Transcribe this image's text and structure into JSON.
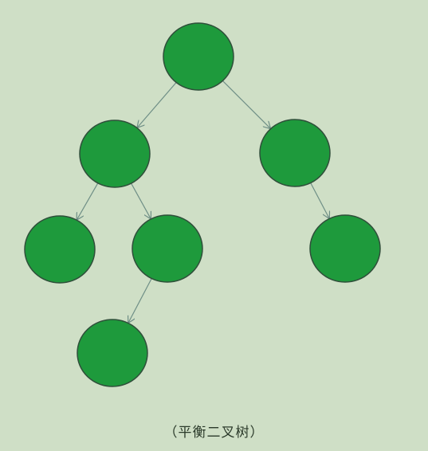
{
  "diagram": {
    "caption": "（平衡二叉树）",
    "colors": {
      "background": "#cfdfc6",
      "node_fill": "#1e9a3c",
      "node_stroke": "#2f4f3a",
      "edge": "#6f8f86"
    },
    "nodes": [
      {
        "id": "n1"
      },
      {
        "id": "n2"
      },
      {
        "id": "n3"
      },
      {
        "id": "n4"
      },
      {
        "id": "n5"
      },
      {
        "id": "n6"
      },
      {
        "id": "n7"
      }
    ],
    "edges": [
      {
        "from": "n1",
        "to": "n2"
      },
      {
        "from": "n1",
        "to": "n3"
      },
      {
        "from": "n2",
        "to": "n4"
      },
      {
        "from": "n2",
        "to": "n5"
      },
      {
        "from": "n3",
        "to": "n6"
      },
      {
        "from": "n5",
        "to": "n7"
      }
    ]
  }
}
